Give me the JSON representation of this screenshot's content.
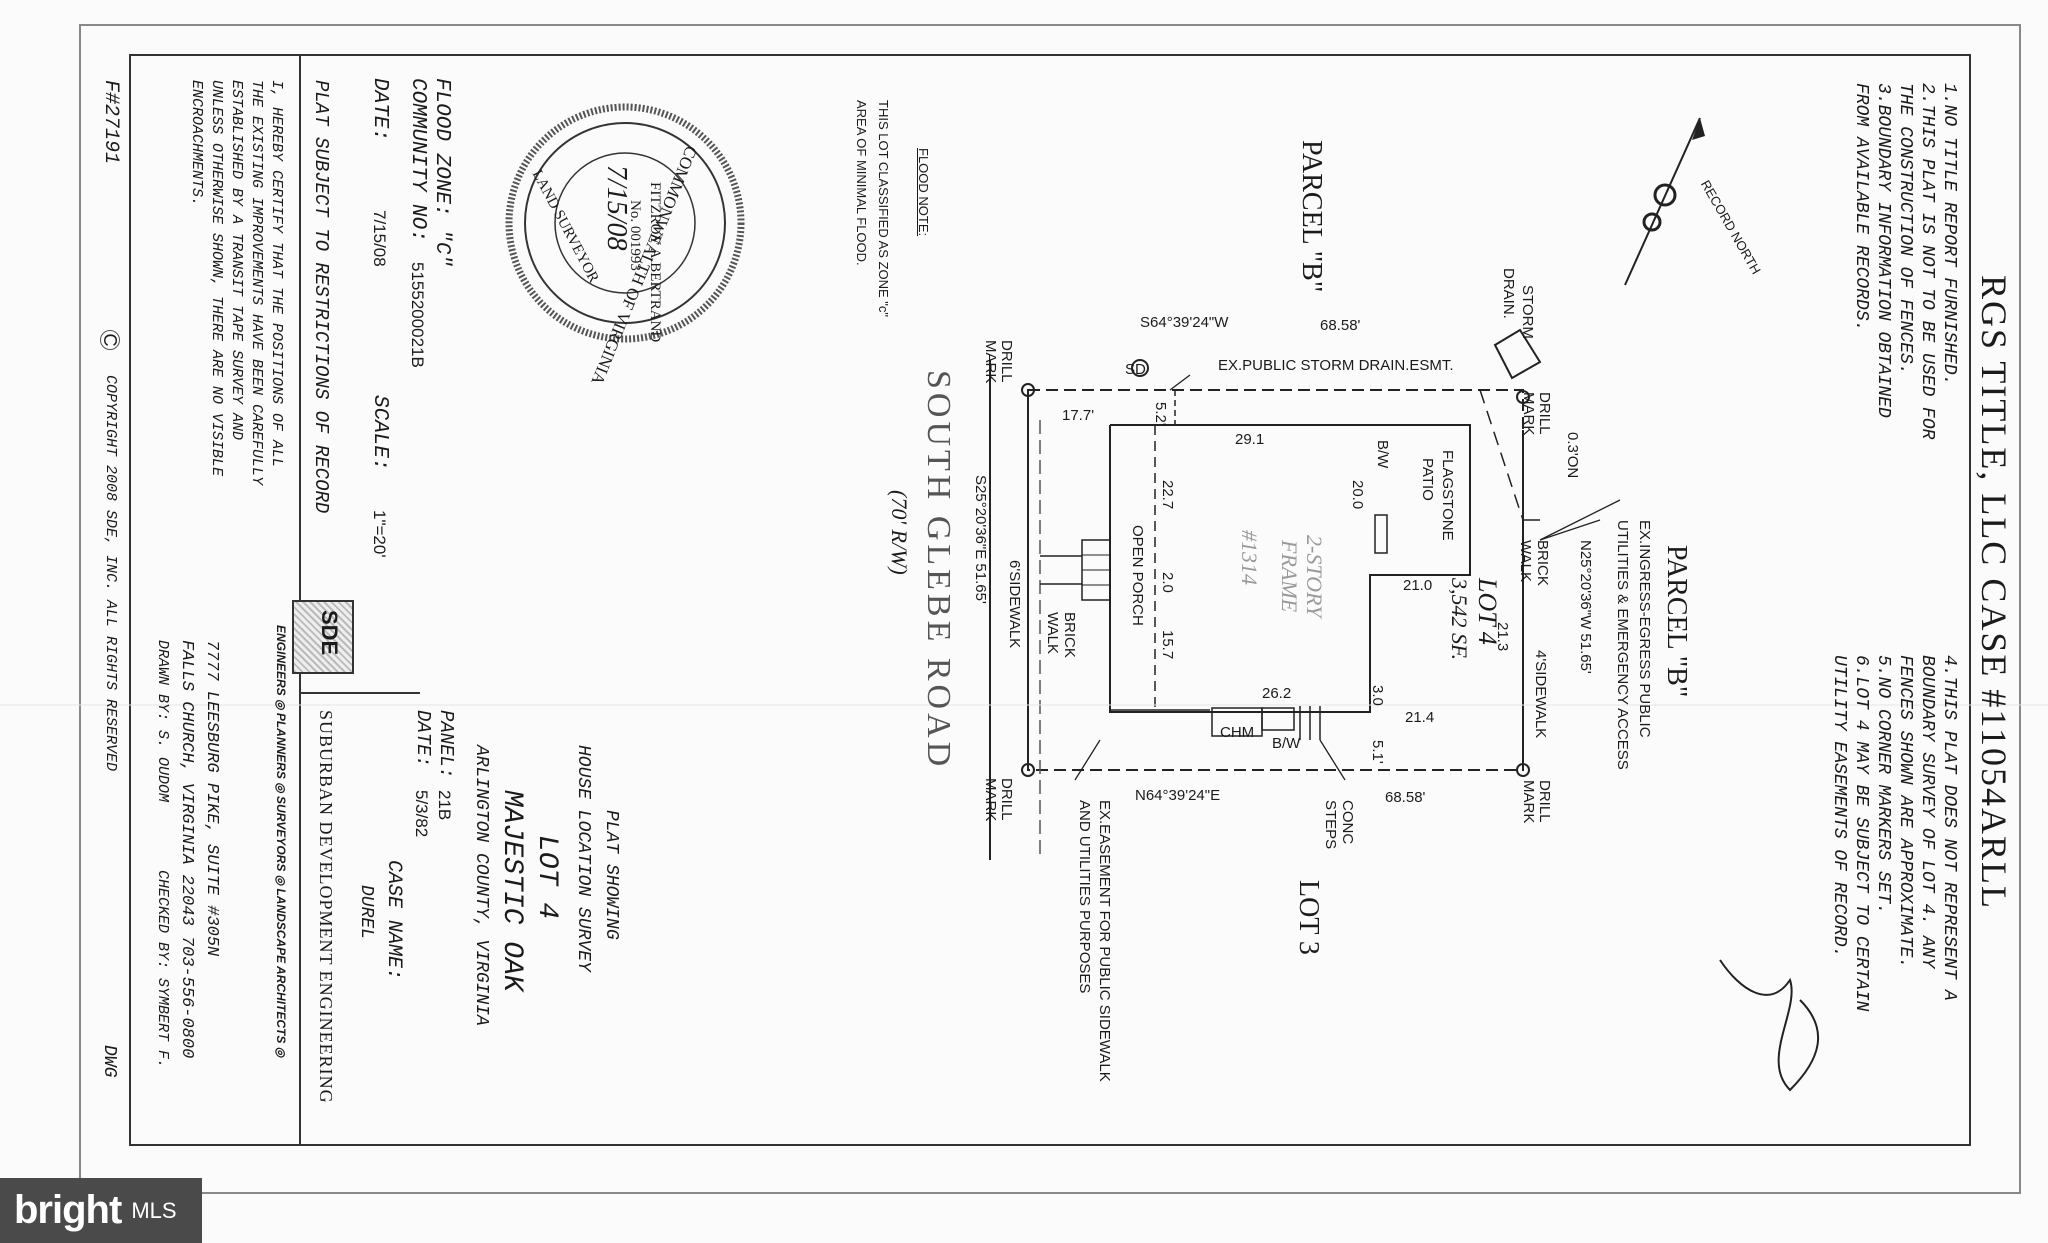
{
  "title": "RGS TITLE, LLC CASE #11054ARLL",
  "notes_left": [
    "1.NO TITLE REPORT FURNISHED.",
    "2.THIS PLAT IS NOT TO BE USED FOR",
    "   THE CONSTRUCTION OF FENCES.",
    "3.BOUNDARY INFORMATION OBTAINED",
    "   FROM AVAILABLE RECORDS."
  ],
  "notes_right": [
    "4.THIS PLAT DOES NOT REPRESENT A",
    "   BOUNDARY SURVEY OF LOT 4. ANY",
    "   FENCES SHOWN ARE APPROXIMATE.",
    "5.NO CORNER MARKERS SET.",
    "6.LOT 4 MAY BE SUBJECT TO CERTAIN",
    "   UTILITY EASEMENTS OF RECORD."
  ],
  "record_north": "RECORD NORTH",
  "flood_note": {
    "heading": "FLOOD NOTE:",
    "line1": "THIS LOT CLASSIFIED AS ZONE \"c\"",
    "line2": "AREA OF MINIMAL FLOOD."
  },
  "plat": {
    "parcel_left": "PARCEL \"B\"",
    "parcel_right": "PARCEL \"B\"",
    "lot3": "LOT 3",
    "lot4": "LOT 4",
    "lot4_area": "3,542 SF.",
    "house_type": "2-STORY",
    "house_frame": "FRAME",
    "house_number": "#1314",
    "street": "SOUTH GLEBE ROAD",
    "row": "(70' R/W)",
    "storm_drain": "STORM",
    "storm_drain2": "DRAIN.",
    "storm_easement": "EX.PUBLIC STORM DRAIN.ESMT.",
    "ingress": "EX.INGRESS-EGRESS PUBLIC",
    "ingress2": "UTILITIES & EMERGENCY ACCESS",
    "sidewalk_easement": "EX.EASEMENT FOR PUBLIC SIDEWALK",
    "sidewalk_easement2": "AND UTILITIES PURPOSES",
    "flagstone": "FLAGSTONE",
    "patio": "PATIO",
    "open_porch": "OPEN PORCH",
    "brick_walk": "BRICK",
    "brick_walk2": "WALK",
    "brick_walk_top": "BRICK",
    "brick_walk_top2": "WALK",
    "sidewalk6": "6'SIDEWALK",
    "sidewalk4": "4'SIDEWALK",
    "chm": "CHM",
    "bw": "B/W",
    "bw2": "B/W",
    "conc": "CONC",
    "steps": "STEPS",
    "sd": "SD",
    "drill": "DRILL",
    "mark": "MARK",
    "bearing_top": "S64°39'24\"W",
    "bearing_bottom": "N64°39'24\"E",
    "bearing_left": "S25°20'36\"E  51.65'",
    "bearing_right": "N25°20'36\"W  51.65'",
    "dist_top": "68.58'",
    "dist_bottom": "68.58'",
    "d_17_7": "17.7'",
    "d_5_2": "5.2'",
    "d_29_1": "29.1",
    "d_22_7": "22.7",
    "d_20_0": "20.0",
    "d_2_0": "2.0",
    "d_15_7": "15.7",
    "d_21_0": "21.0",
    "d_21_3": "21.3",
    "d_26_2": "26.2",
    "d_3_0": "3.0",
    "d_21_4": "21.4",
    "d_5_1": "5.1'",
    "d_0_3": "0.3'ON"
  },
  "stamp": {
    "ring": "COMMONWEALTH OF VIRGINIA",
    "name": "FITZROY A.BERTRAND",
    "number": "No. 001993",
    "role": "LAND SURVEYOR",
    "date": "7/15/08"
  },
  "info": {
    "flood_zone": "FLOOD ZONE: \"C\"",
    "community": "COMMUNITY NO:",
    "community_no": "5155200021B",
    "panel": "PANEL:",
    "panel_value": "21B",
    "panel_date_label": "DATE:",
    "panel_date": "5/3/82",
    "date_label": "DATE:",
    "date": "7/15/08",
    "scale_label": "SCALE:",
    "scale": "1\"=20'",
    "restrictions": "PLAT SUBJECT TO RESTRICTIONS OF RECORD",
    "case_name_label": "CASE NAME:",
    "case_name": "DUREL",
    "certify": [
      "I, HEREBY CERTIFY THAT THE POSITIONS OF ALL",
      "THE EXISTING IMPROVEMENTS HAVE BEEN CAREFULLY",
      "ESTABLISHED BY A TRANSIT TAPE SURVEY AND",
      "UNLESS OTHERWISE SHOWN, THERE ARE NO VISIBLE",
      "ENCROACHMENTS."
    ],
    "plat_title": [
      "PLAT SHOWING",
      "HOUSE LOCATION SURVEY",
      "LOT 4",
      "MAJESTIC OAK",
      "ARLINGTON COUNTY, VIRGINIA"
    ],
    "firm": "SUBURBAN DEVELOPMENT ENGINEERING",
    "firm_sub": "ENGINEERS ◎ PLANNERS ◎ SURVEYORS ◎ LANDSCAPE ARCHITECTS ◎",
    "sde_logo": "SDE",
    "address1": "7777 LEESBURG PIKE, SUITE #305N",
    "address2": "FALLS CHURCH, VIRGINIA 22043  703-556-0800",
    "drawn": "DRAWN BY: S. OUDOM",
    "checked": "CHECKED BY: SYMBERT F.",
    "file_no": "F#27191",
    "copyright_symbol": "C",
    "copyright": "COPYRIGHT 2008 SDE, INC. ALL RIGHTS RESERVED",
    "dwg": "DWG"
  },
  "brand": {
    "name": "bright",
    "suffix": "MLS"
  }
}
